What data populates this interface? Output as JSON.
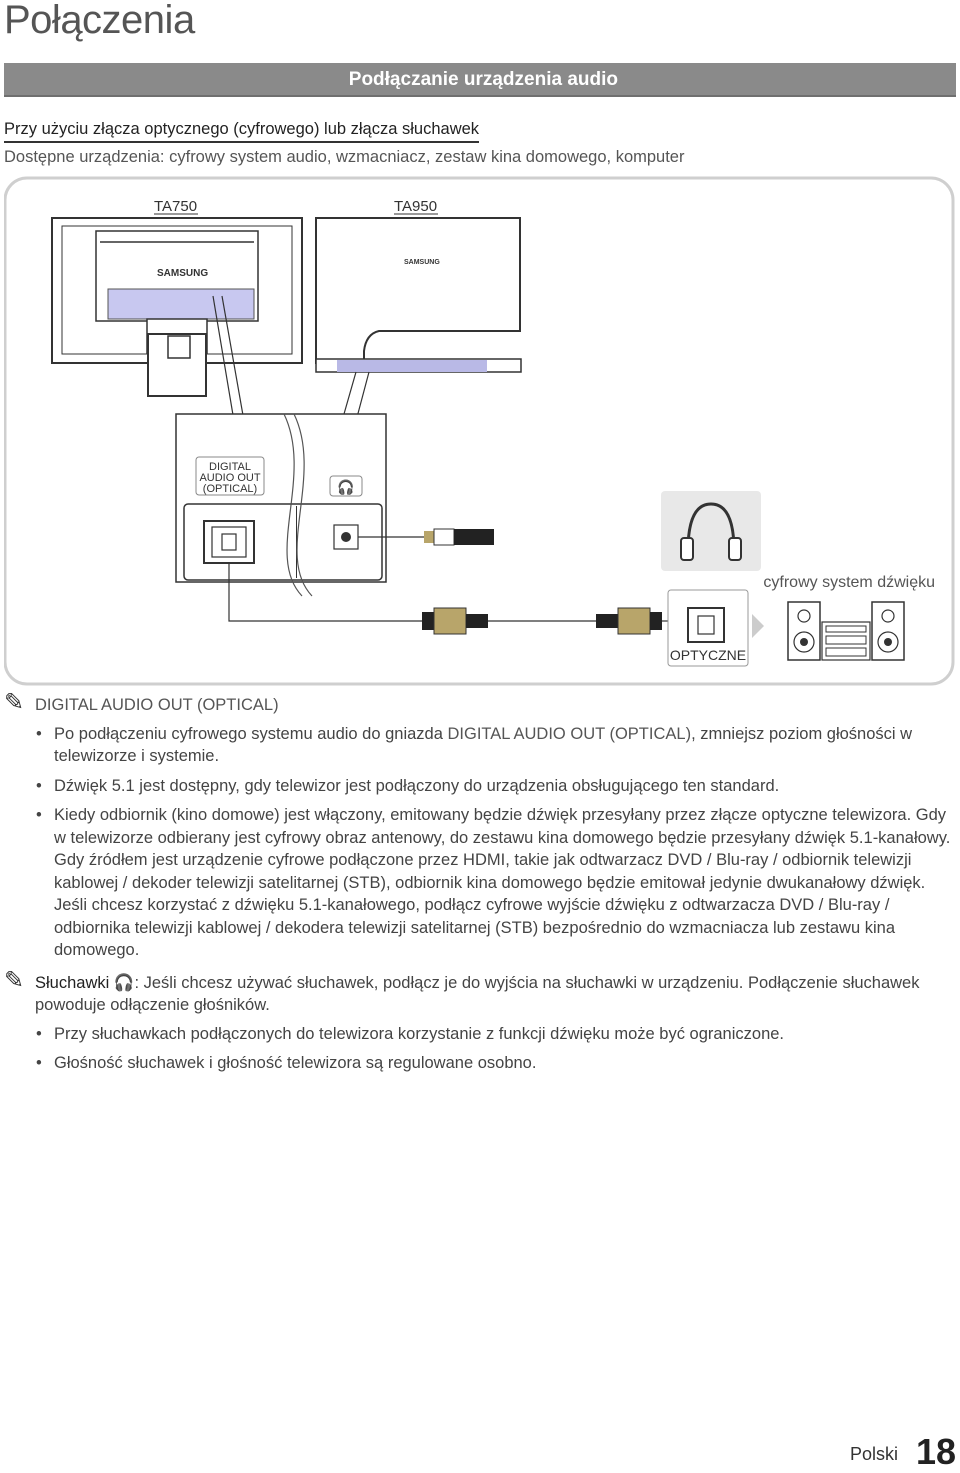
{
  "page": {
    "title": "Połączenia",
    "section": "Podłączanie urządzenia audio",
    "subheading": "Przy użyciu złącza optycznego (cyfrowego) lub złącza słuchawek",
    "devices": "Dostępne urządzenia: cyfrowy system audio, wzmacniacz, zestaw kina domowego, komputer"
  },
  "diagram": {
    "model_a": "TA750",
    "model_b": "TA950",
    "brand": "SAMSUNG",
    "port_label_line1": "DIGITAL",
    "port_label_line2": "AUDIO OUT",
    "port_label_line3": "(OPTICAL)",
    "system_label": "cyfrowy system dźwięku",
    "optical_label": "OPTYCZNE",
    "colors": {
      "panel_bg": "#ffffff",
      "border": "#c8c8c8",
      "accent_band": "#b9b9e6",
      "cable_gold": "#b8a56a"
    }
  },
  "notes": {
    "optical_head": "DIGITAL AUDIO OUT (OPTICAL)",
    "b1_pre": "Po podłączeniu cyfrowego systemu audio do gniazda ",
    "b1_ref": "DIGITAL AUDIO OUT (OPTICAL)",
    "b1_post": ", zmniejsz poziom głośności w telewizorze i systemie.",
    "b2": "Dźwięk 5.1 jest dostępny, gdy telewizor jest podłączony do urządzenia obsługującego ten standard.",
    "b3": "Kiedy odbiornik (kino domowe) jest włączony, emitowany będzie dźwięk przesyłany przez złącze optyczne telewizora. Gdy w telewizorze odbierany jest cyfrowy obraz antenowy, do zestawu kina domowego będzie przesyłany dźwięk 5.1-kanałowy. Gdy źródłem jest urządzenie cyfrowe podłączone przez HDMI, takie jak odtwarzacz DVD / Blu-ray / odbiornik telewizji kablowej / dekoder telewizji satelitarnej (STB), odbiornik kina domowego będzie emitował jedynie dwukanałowy dźwięk. Jeśli chcesz korzystać z dźwięku 5.1-kanałowego, podłącz cyfrowe wyjście dźwięku z odtwarzacza DVD / Blu-ray / odbiornika telewizji kablowej / dekodera telewizji satelitarnej (STB) bezpośrednio do wzmacniacza lub zestawu kina domowego.",
    "hp_head_label": "Słuchawki",
    "hp_head_text": ": Jeśli chcesz używać słuchawek, podłącz je do wyjścia na słuchawki w urządzeniu. Podłączenie słuchawek powoduje odłączenie głośników.",
    "b4": "Przy słuchawkach podłączonych do telewizora korzystanie z funkcji dźwięku może być ograniczone.",
    "b5": "Głośność słuchawek i głośność telewizora są regulowane osobno."
  },
  "footer": {
    "language": "Polski",
    "page_number": "18"
  }
}
